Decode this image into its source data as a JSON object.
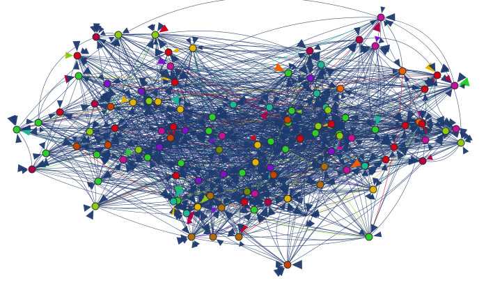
{
  "diagram": {
    "type": "network-graph",
    "edge_color": "#1f3a6e",
    "hub_color": "#1e3a6e",
    "node_palette": {
      "red": "#d0021b",
      "crimson": "#b0004a",
      "magenta": "#c2139a",
      "purple": "#7a14c8",
      "green": "#2ecc2e",
      "lime": "#8ccc10",
      "olive": "#6e8a0a",
      "teal": "#1ab79a",
      "yellow": "#e0b400",
      "orange": "#f06000",
      "rust": "#c24400",
      "brown": "#b06c10"
    },
    "nodes": [
      {
        "id": 1,
        "color": "magenta"
      },
      {
        "id": 2,
        "color": "crimson"
      },
      {
        "id": 3,
        "color": "lime"
      },
      {
        "id": 4,
        "color": "lime"
      },
      {
        "id": 5,
        "color": "red"
      },
      {
        "id": 6,
        "color": "yellow"
      },
      {
        "id": 7,
        "color": "red"
      },
      {
        "id": 8,
        "color": "green"
      },
      {
        "id": 9,
        "color": "magenta"
      },
      {
        "id": 10,
        "color": "purple"
      },
      {
        "id": 11,
        "color": "crimson"
      },
      {
        "id": 12,
        "color": "red"
      },
      {
        "id": 13,
        "color": "green"
      },
      {
        "id": 14,
        "color": "green"
      },
      {
        "id": 15,
        "color": "lime"
      },
      {
        "id": 16,
        "color": "rust"
      },
      {
        "id": 17,
        "color": "red"
      },
      {
        "id": 18,
        "color": "yellow"
      },
      {
        "id": 19,
        "color": "lime"
      },
      {
        "id": 20,
        "color": "purple"
      },
      {
        "id": 21,
        "color": "yellow"
      },
      {
        "id": 22,
        "color": "teal"
      },
      {
        "id": 23,
        "color": "teal"
      },
      {
        "id": 24,
        "color": "magenta"
      },
      {
        "id": 25,
        "color": "purple"
      },
      {
        "id": 26,
        "color": "rust"
      },
      {
        "id": 27,
        "color": "green"
      },
      {
        "id": 28,
        "color": "magenta"
      },
      {
        "id": 29,
        "color": "purple"
      },
      {
        "id": 30,
        "color": "green"
      },
      {
        "id": 31,
        "color": "lime"
      },
      {
        "id": 32,
        "color": "rust"
      },
      {
        "id": 33,
        "color": "red"
      },
      {
        "id": 34,
        "color": "green"
      },
      {
        "id": 35,
        "color": "crimson"
      },
      {
        "id": 36,
        "color": "green"
      },
      {
        "id": 37,
        "color": "lime"
      },
      {
        "id": 38,
        "color": "red"
      },
      {
        "id": 39,
        "color": "rust"
      },
      {
        "id": 40,
        "color": "green"
      },
      {
        "id": 41,
        "color": "olive"
      },
      {
        "id": 42,
        "color": "green"
      },
      {
        "id": 43,
        "color": "green"
      },
      {
        "id": 44,
        "color": "purple"
      },
      {
        "id": 45,
        "color": "yellow"
      },
      {
        "id": 46,
        "color": "magenta"
      },
      {
        "id": 47,
        "color": "red"
      },
      {
        "id": 48,
        "color": "green"
      },
      {
        "id": 49,
        "color": "teal"
      },
      {
        "id": 50,
        "color": "teal"
      },
      {
        "id": 51,
        "color": "purple"
      },
      {
        "id": 52,
        "color": "teal"
      },
      {
        "id": 53,
        "color": "yellow"
      },
      {
        "id": 54,
        "color": "yellow"
      },
      {
        "id": 55,
        "color": "green"
      },
      {
        "id": 56,
        "color": "green"
      },
      {
        "id": 57,
        "color": "lime"
      },
      {
        "id": 58,
        "color": "green"
      },
      {
        "id": 59,
        "color": "red"
      },
      {
        "id": 60,
        "color": "green"
      },
      {
        "id": 61,
        "color": "red"
      },
      {
        "id": 62,
        "color": "green"
      },
      {
        "id": 63,
        "color": "magenta"
      },
      {
        "id": 64,
        "color": "purple"
      },
      {
        "id": 65,
        "color": "crimson"
      },
      {
        "id": 66,
        "color": "crimson"
      },
      {
        "id": 67,
        "color": "magenta"
      },
      {
        "id": 68,
        "color": "teal"
      },
      {
        "id": 69,
        "color": "purple"
      },
      {
        "id": 70,
        "color": "green"
      },
      {
        "id": 71,
        "color": "teal"
      },
      {
        "id": 72,
        "color": "teal"
      },
      {
        "id": 73,
        "color": "lime"
      },
      {
        "id": 74,
        "color": "orange"
      },
      {
        "id": 75,
        "color": "green"
      },
      {
        "id": 76,
        "color": "green"
      },
      {
        "id": 77,
        "color": "lime"
      },
      {
        "id": 78,
        "color": "lime"
      },
      {
        "id": 79,
        "color": "orange"
      },
      {
        "id": 80,
        "color": "red"
      },
      {
        "id": 81,
        "color": "red"
      },
      {
        "id": 82,
        "color": "magenta"
      },
      {
        "id": 83,
        "color": "lime"
      },
      {
        "id": 84,
        "color": "magenta"
      },
      {
        "id": 85,
        "color": "lime"
      },
      {
        "id": 86,
        "color": "magenta"
      },
      {
        "id": 87,
        "color": "magenta"
      },
      {
        "id": 88,
        "color": "orange"
      },
      {
        "id": 89,
        "color": "red"
      },
      {
        "id": 90,
        "color": "red"
      },
      {
        "id": 91,
        "color": "green"
      },
      {
        "id": 92,
        "color": "red"
      },
      {
        "id": 93,
        "color": "red"
      },
      {
        "id": 94,
        "color": "crimson"
      },
      {
        "id": 95,
        "color": "red"
      },
      {
        "id": 96,
        "color": "teal"
      },
      {
        "id": 97,
        "color": "magenta"
      },
      {
        "id": 98,
        "color": "brown"
      },
      {
        "id": 99,
        "color": "brown"
      },
      {
        "id": 100,
        "color": "yellow"
      },
      {
        "id": 101,
        "color": "rust"
      },
      {
        "id": 102,
        "color": "rust"
      },
      {
        "id": 103,
        "color": "purple"
      },
      {
        "id": 104,
        "color": "olive"
      },
      {
        "id": 105,
        "color": "green"
      },
      {
        "id": 106,
        "color": "green"
      },
      {
        "id": 107,
        "color": "magenta"
      },
      {
        "id": 108,
        "color": "crimson"
      },
      {
        "id": 109,
        "color": "red"
      },
      {
        "id": 110,
        "color": "yellow"
      },
      {
        "id": 111,
        "color": "brown"
      },
      {
        "id": 112,
        "color": "brown"
      },
      {
        "id": 113,
        "color": "yellow"
      },
      {
        "id": 114,
        "color": "brown"
      },
      {
        "id": 115,
        "color": "brown"
      },
      {
        "id": 116,
        "color": "brown"
      },
      {
        "id": 117,
        "color": "rust"
      },
      {
        "id": 118,
        "color": "green"
      }
    ]
  }
}
